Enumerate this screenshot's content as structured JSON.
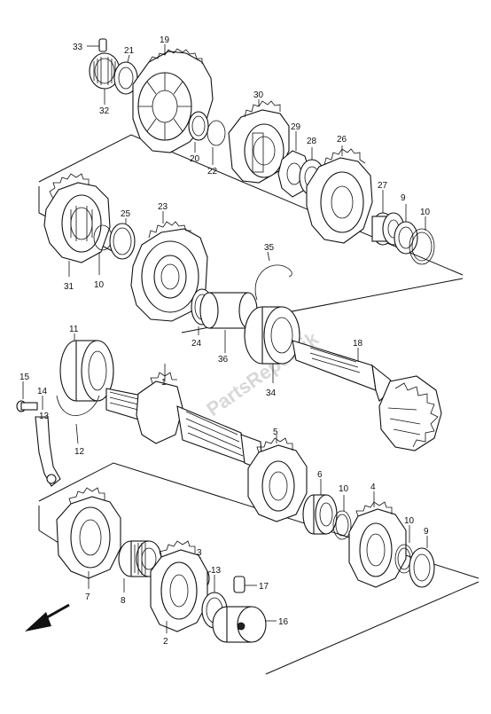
{
  "watermark": "PartsRepublik",
  "callouts": [
    "33",
    "21",
    "19",
    "32",
    "30",
    "29",
    "28",
    "26",
    "20",
    "22",
    "27",
    "9",
    "10",
    "25",
    "23",
    "35",
    "31",
    "10",
    "24",
    "36",
    "11",
    "18",
    "15",
    "14",
    "1",
    "34",
    "13",
    "12",
    "5",
    "6",
    "10",
    "4",
    "10",
    "9",
    "7",
    "8",
    "3",
    "13",
    "17",
    "2",
    "16"
  ]
}
